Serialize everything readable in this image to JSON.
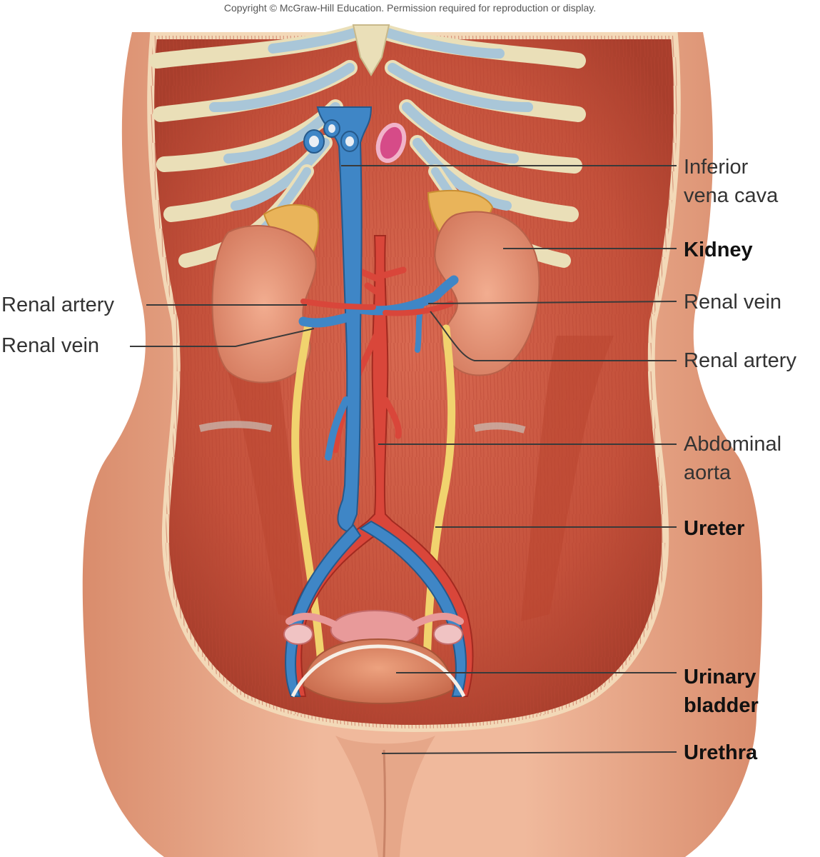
{
  "copyright": "Copyright © McGraw-Hill Education. Permission required for reproduction or display.",
  "labels": {
    "inferior_vena_cava_1": "Inferior",
    "inferior_vena_cava_2": "vena cava",
    "kidney": "Kidney",
    "renal_vein_right": "Renal vein",
    "renal_artery_right": "Renal artery",
    "abdominal_aorta_1": "Abdominal",
    "abdominal_aorta_2": "aorta",
    "ureter": "Ureter",
    "urinary_bladder_1": "Urinary",
    "urinary_bladder_2": "bladder",
    "urethra": "Urethra",
    "renal_artery_left": "Renal artery",
    "renal_vein_left": "Renal vein"
  },
  "colors": {
    "vein": "#3f86c6",
    "artery": "#d9463a",
    "ureter": "#f1d36e",
    "muscle": "#c8553f",
    "skin": "#e9a98a",
    "rib": "#eadfb8",
    "cartilage": "#a9c6d8",
    "kidney": "#e8957a",
    "adrenal": "#e9b45a"
  }
}
